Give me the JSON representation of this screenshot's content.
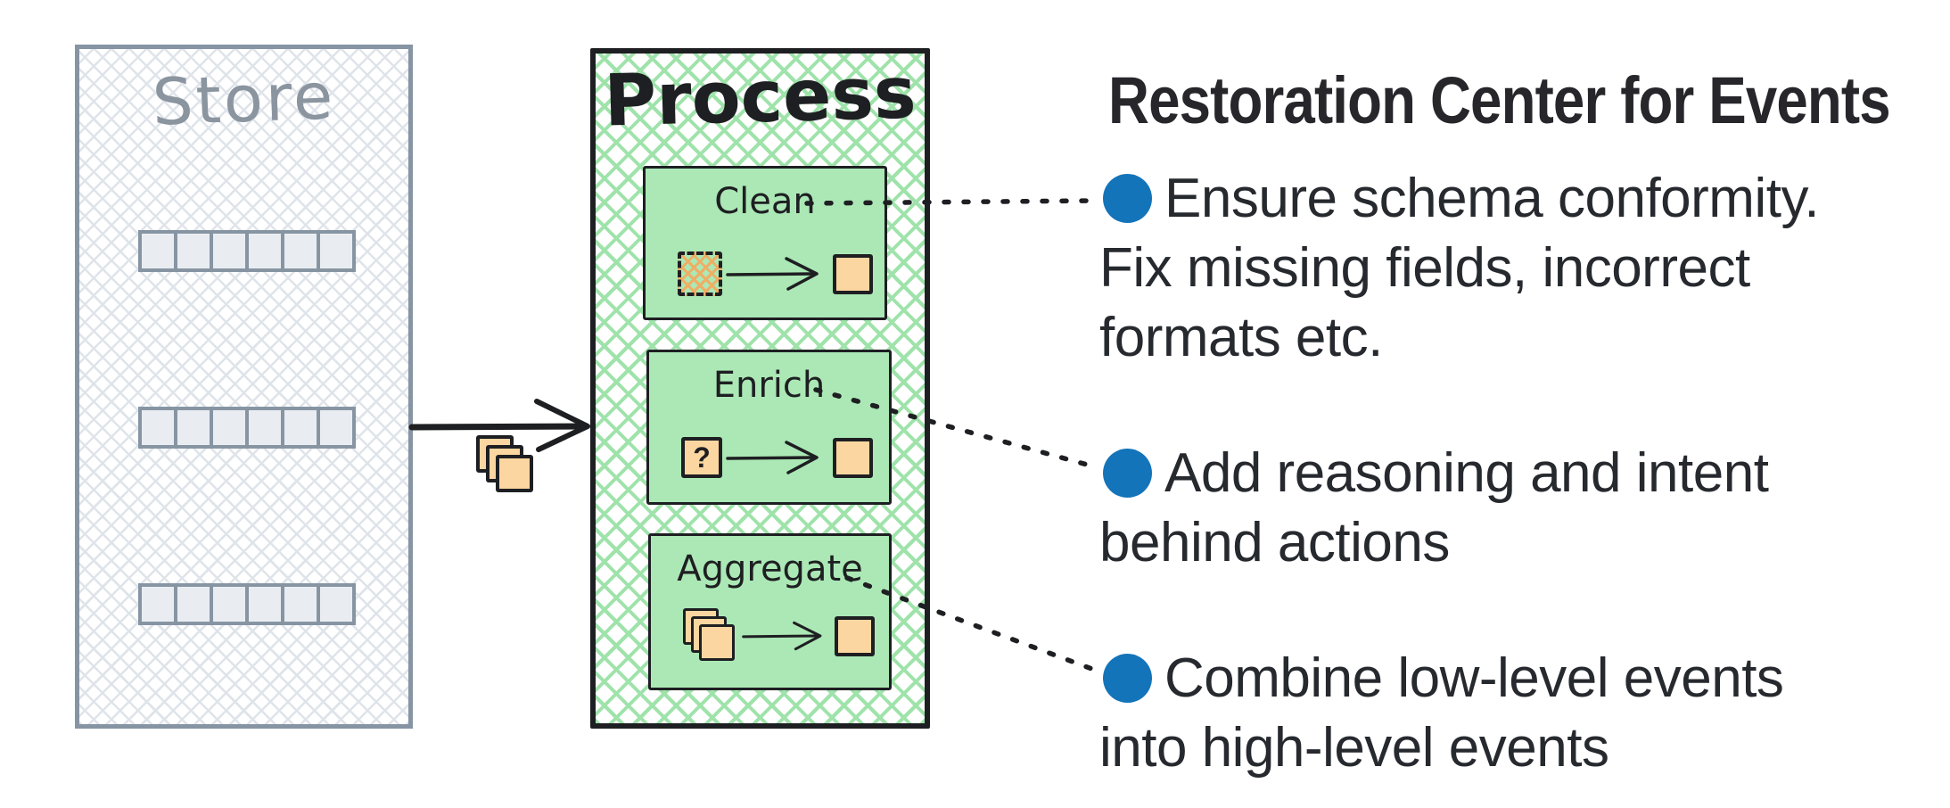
{
  "store": {
    "title": "Store",
    "rows": 3,
    "cells_per_row": 6
  },
  "process": {
    "title": "Process",
    "steps": [
      {
        "label": "Clean"
      },
      {
        "label": "Enrich",
        "glyph": "?"
      },
      {
        "label": "Aggregate"
      }
    ]
  },
  "panel": {
    "title": "Restoration Center for Events",
    "bullets": [
      {
        "lines": [
          "Ensure schema conformity.",
          "Fix missing fields, incorrect",
          "formats etc."
        ]
      },
      {
        "lines": [
          "Add reasoning and intent",
          "behind actions"
        ]
      },
      {
        "lines": [
          "Combine low-level events",
          "into high-level events"
        ]
      }
    ]
  },
  "colors": {
    "ink": "#1e1f22",
    "blue": "#1374ba",
    "body_text": "#26292e",
    "store_border": "#8694a3",
    "store_hatch": "#dfe4ea",
    "store_cell_fill": "#e9edf2",
    "store_cell_border": "#8795a3",
    "store_text": "#8b95a0",
    "process_hatch": "#9fe3ab",
    "step_fill": "#abe8b5",
    "orange_fill": "#fbd6a0",
    "orange_hatch": "#efae65"
  }
}
